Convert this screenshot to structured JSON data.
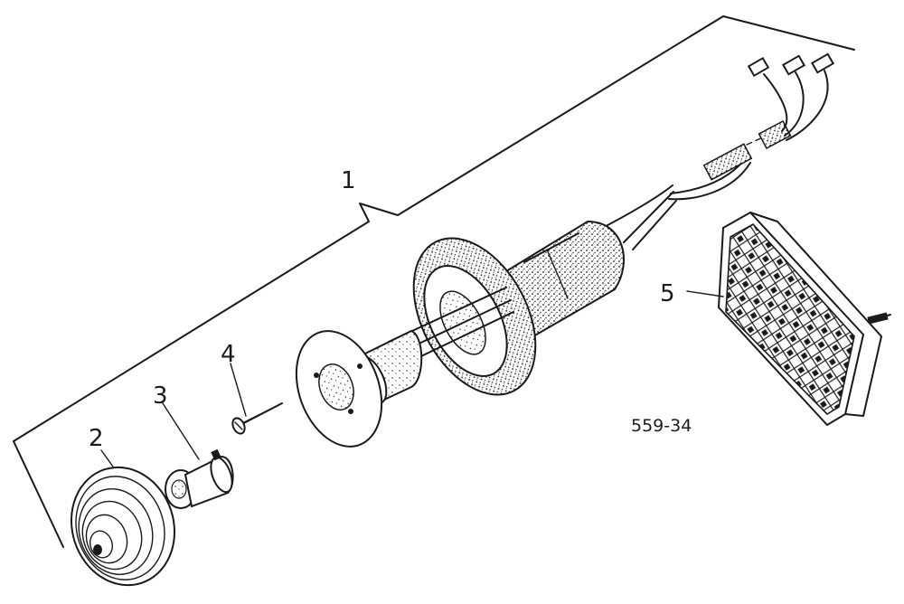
{
  "diagram": {
    "reference_code": "559-34",
    "callouts": [
      {
        "id": "assembly",
        "label": "1"
      },
      {
        "id": "lens",
        "label": "2"
      },
      {
        "id": "bulb",
        "label": "3"
      },
      {
        "id": "screw",
        "label": "4"
      },
      {
        "id": "reflector",
        "label": "5"
      }
    ]
  }
}
